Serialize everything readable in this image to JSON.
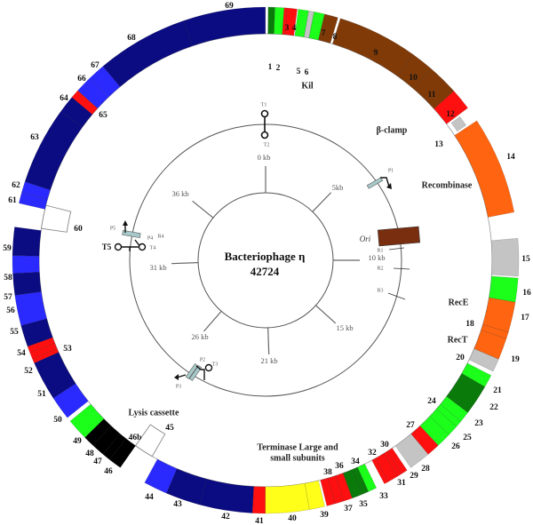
{
  "title": "Bacteriophage η",
  "genome_length": "42724",
  "genome_length_bp": 42724,
  "colors": {
    "dark_blue": "#0b0b82",
    "blue": "#2a2aff",
    "red": "#ff1010",
    "green": "#1bff1b",
    "dark_green": "#0a7a0a",
    "grey": "#c4c4c4",
    "brown": "#7f3a08",
    "orange": "#ff6410",
    "yellow": "#ffff1a",
    "black": "#000000",
    "empty": "#ffffff"
  },
  "genes": [
    {
      "id": "1",
      "start_kb": 0.07,
      "end_kb": 0.25,
      "color": "dark_green"
    },
    {
      "id": "2",
      "start_kb": 0.25,
      "end_kb": 0.5,
      "color": "green"
    },
    {
      "id": "3",
      "start_kb": 0.5,
      "end_kb": 0.58,
      "color": "red"
    },
    {
      "id": "4",
      "start_kb": 0.58,
      "end_kb": 0.85,
      "color": "red"
    },
    {
      "id": "5",
      "start_kb": 0.88,
      "end_kb": 1.16,
      "color": "green"
    },
    {
      "id": "6",
      "start_kb": 1.16,
      "end_kb": 1.31,
      "color": "grey"
    },
    {
      "id": "7",
      "start_kb": 1.31,
      "end_kb": 1.6,
      "color": "green"
    },
    {
      "id": "8",
      "start_kb": 1.6,
      "end_kb": 1.97,
      "color": "brown"
    },
    {
      "id": "9",
      "start_kb": 2.04,
      "end_kb": 4.23,
      "color": "brown"
    },
    {
      "id": "10",
      "start_kb": 4.23,
      "end_kb": 4.85,
      "color": "brown"
    },
    {
      "id": "11",
      "start_kb": 4.85,
      "end_kb": 5.7,
      "color": "brown"
    },
    {
      "id": "13",
      "start_kb": 5.7,
      "end_kb": 6.29,
      "color": "red"
    },
    {
      "id": "12",
      "start_kb": 6.35,
      "end_kb": 6.65,
      "color": "grey",
      "track": "narrow"
    },
    {
      "id": "14",
      "start_kb": 6.71,
      "end_kb": 9.38,
      "color": "orange"
    },
    {
      "id": "15",
      "start_kb": 10.09,
      "end_kb": 11.11,
      "color": "grey"
    },
    {
      "id": "16",
      "start_kb": 11.16,
      "end_kb": 11.81,
      "color": "green"
    },
    {
      "id": "17",
      "start_kb": 11.81,
      "end_kb": 12.64,
      "color": "orange"
    },
    {
      "id": "18",
      "start_kb": 12.64,
      "end_kb": 12.82,
      "color": "orange"
    },
    {
      "id": "19",
      "start_kb": 12.82,
      "end_kb": 13.41,
      "color": "orange"
    },
    {
      "id": "20",
      "start_kb": 13.41,
      "end_kb": 13.77,
      "color": "grey"
    },
    {
      "id": "21",
      "start_kb": 13.89,
      "end_kb": 14.24,
      "color": "green"
    },
    {
      "id": "22",
      "start_kb": 14.24,
      "end_kb": 15.07,
      "color": "dark_green"
    },
    {
      "id": "23",
      "start_kb": 15.07,
      "end_kb": 15.37,
      "color": "green"
    },
    {
      "id": "24",
      "start_kb": 15.37,
      "end_kb": 15.55,
      "color": "green"
    },
    {
      "id": "25",
      "start_kb": 15.55,
      "end_kb": 15.85,
      "color": "green"
    },
    {
      "id": "26",
      "start_kb": 15.85,
      "end_kb": 16.26,
      "color": "green"
    },
    {
      "id": "27",
      "start_kb": 16.26,
      "end_kb": 16.62,
      "color": "red"
    },
    {
      "id": "28",
      "start_kb": 16.62,
      "end_kb": 17.21,
      "color": "grey"
    },
    {
      "id": "29",
      "start_kb": 17.33,
      "end_kb": 17.51,
      "color": "red"
    },
    {
      "id": "30",
      "start_kb": 17.51,
      "end_kb": 17.63,
      "color": "red"
    },
    {
      "id": "31",
      "start_kb": 17.63,
      "end_kb": 17.92,
      "color": "red"
    },
    {
      "id": "32",
      "start_kb": 17.92,
      "end_kb": 18.04,
      "color": "red"
    },
    {
      "id": "33",
      "start_kb": 18.28,
      "end_kb": 18.52,
      "color": "green"
    },
    {
      "id": "34",
      "start_kb": 18.52,
      "end_kb": 18.7,
      "color": "dark_green"
    },
    {
      "id": "35",
      "start_kb": 18.7,
      "end_kb": 18.99,
      "color": "dark_green"
    },
    {
      "id": "36",
      "start_kb": 18.99,
      "end_kb": 19.23,
      "color": "red"
    },
    {
      "id": "37",
      "start_kb": 19.23,
      "end_kb": 19.47,
      "color": "red"
    },
    {
      "id": "38",
      "start_kb": 19.47,
      "end_kb": 19.7,
      "color": "red"
    },
    {
      "id": "39",
      "start_kb": 19.76,
      "end_kb": 20.18,
      "color": "yellow"
    },
    {
      "id": "40",
      "start_kb": 20.18,
      "end_kb": 21.37,
      "color": "yellow"
    },
    {
      "id": "41",
      "start_kb": 21.37,
      "end_kb": 21.72,
      "color": "red"
    },
    {
      "id": "42",
      "start_kb": 21.72,
      "end_kb": 23.15,
      "color": "dark_blue"
    },
    {
      "id": "43",
      "start_kb": 23.15,
      "end_kb": 24.1,
      "color": "dark_blue"
    },
    {
      "id": "44",
      "start_kb": 24.1,
      "end_kb": 24.75,
      "color": "blue"
    },
    {
      "id": "45",
      "start_kb": 24.93,
      "end_kb": 25.52,
      "color": "empty",
      "track": "inner"
    },
    {
      "id": "46",
      "start_kb": 25.52,
      "end_kb": 25.88,
      "color": "black"
    },
    {
      "id": "46b",
      "start_kb": 25.88,
      "end_kb": 26.11,
      "color": "black"
    },
    {
      "id": "47",
      "start_kb": 26.11,
      "end_kb": 26.47,
      "color": "black"
    },
    {
      "id": "48",
      "start_kb": 26.47,
      "end_kb": 26.77,
      "color": "black"
    },
    {
      "id": "49",
      "start_kb": 26.77,
      "end_kb": 27.36,
      "color": "green"
    },
    {
      "id": "50",
      "start_kb": 27.48,
      "end_kb": 28.13,
      "color": "blue"
    },
    {
      "id": "51",
      "start_kb": 28.13,
      "end_kb": 29.2,
      "color": "dark_blue"
    },
    {
      "id": "52",
      "start_kb": 29.2,
      "end_kb": 29.32,
      "color": "red"
    },
    {
      "id": "53",
      "start_kb": 29.32,
      "end_kb": 29.5,
      "color": "red"
    },
    {
      "id": "54",
      "start_kb": 29.5,
      "end_kb": 29.68,
      "color": "red"
    },
    {
      "id": "55",
      "start_kb": 29.68,
      "end_kb": 30.27,
      "color": "dark_blue"
    },
    {
      "id": "56",
      "start_kb": 30.27,
      "end_kb": 31.1,
      "color": "blue"
    },
    {
      "id": "57",
      "start_kb": 31.1,
      "end_kb": 31.69,
      "color": "dark_blue"
    },
    {
      "id": "58",
      "start_kb": 31.69,
      "end_kb": 32.17,
      "color": "blue"
    },
    {
      "id": "59",
      "start_kb": 32.17,
      "end_kb": 32.94,
      "color": "dark_blue"
    },
    {
      "id": "60",
      "start_kb": 33.0,
      "end_kb": 33.71,
      "color": "empty",
      "track": "inner"
    },
    {
      "id": "61",
      "start_kb": 33.59,
      "end_kb": 33.89,
      "color": "blue"
    },
    {
      "id": "62",
      "start_kb": 33.89,
      "end_kb": 34.19,
      "color": "blue"
    },
    {
      "id": "63",
      "start_kb": 34.19,
      "end_kb": 36.32,
      "color": "dark_blue"
    },
    {
      "id": "64",
      "start_kb": 36.32,
      "end_kb": 36.8,
      "color": "dark_blue"
    },
    {
      "id": "65",
      "start_kb": 36.8,
      "end_kb": 37.04,
      "color": "red"
    },
    {
      "id": "66",
      "start_kb": 37.04,
      "end_kb": 37.51,
      "color": "blue"
    },
    {
      "id": "67",
      "start_kb": 37.51,
      "end_kb": 37.98,
      "color": "blue"
    },
    {
      "id": "68",
      "start_kb": 37.98,
      "end_kb": 40.48,
      "color": "dark_blue"
    },
    {
      "id": "69",
      "start_kb": 40.48,
      "end_kb": 42.72,
      "color": "dark_blue"
    }
  ],
  "annotations": {
    "kil": "Kil",
    "beta_clamp": "β-clamp",
    "recombinase": "Recombinase",
    "rece": "RecE",
    "rect": "RecT",
    "terminase_1": "Terminase Large and",
    "terminase_2": "small subunits",
    "lysis": "Lysis cassette"
  },
  "kb_ticks": [
    "0 kb",
    "5kb",
    "10 kb",
    "15 kb",
    "21 kb",
    "26 kb",
    "31 kb",
    "36 kb"
  ],
  "features": {
    "T1": "T1",
    "T2": "T2",
    "P1": "P1",
    "ori": "Ori",
    "R1": "R1",
    "R2": "R2",
    "R3": "R3",
    "P2": "P2",
    "P3": "P3",
    "T3": "T3",
    "P4": "P4",
    "R4": "R4",
    "T4": "T4",
    "P5": "P5",
    "T5": "T5"
  }
}
